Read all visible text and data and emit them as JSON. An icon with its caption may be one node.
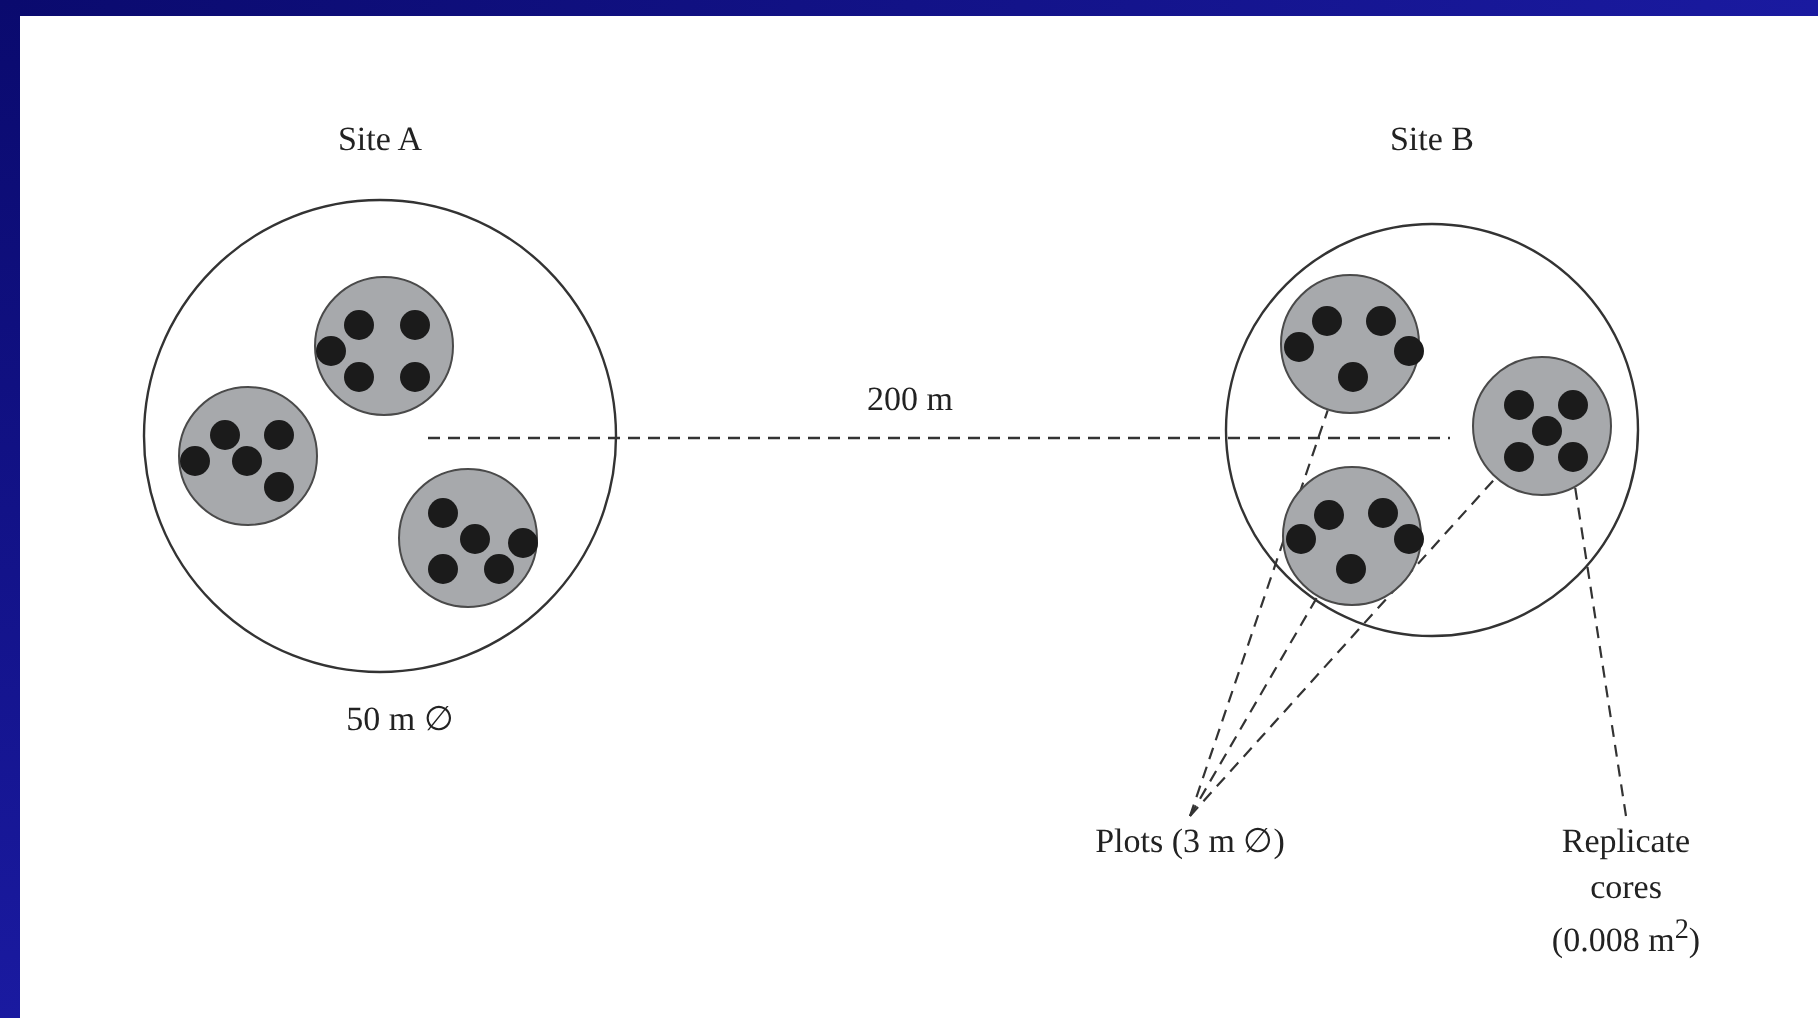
{
  "diagram": {
    "nodes": [
      {
        "text": [
          "Site A"
        ]
      },
      {
        "text": [],
        "shape": "circle",
        "in": 0
      },
      {
        "text": [],
        "shape": "circle",
        "in": 0
      },
      {
        "text": [],
        "shape": "circle",
        "in": 0
      },
      {
        "text": [
          "Site B"
        ]
      },
      {
        "text": [],
        "shape": "circle",
        "in": 4
      },
      {
        "text": [],
        "shape": "circle",
        "in": 4
      },
      {
        "text": [],
        "shape": "circle",
        "in": 4
      },
      {
        "text": [],
        "shape": "circle",
        "in": 6
      },
      {
        "text": [],
        "shape": "circle",
        "in": 6
      },
      {
        "text": [],
        "shape": "circle",
        "in": 6
      },
      {
        "text": [],
        "shape": "circle",
        "in": 6
      },
      {
        "text": [],
        "shape": "circle",
        "in": 6
      },
      {
        "text": [
          "Plots (3 m ∅)"
        ]
      },
      {
        "text": [
          "Replicate cores (0.008 m$^{2}$)"
        ]
      }
    ],
    "edges": [
      {
        "from": 13,
        "to": 5,
        "arrow": "none",
        "style": "dashed"
      },
      {
        "from": 13,
        "to": 7,
        "arrow": "none",
        "style": "dashed"
      },
      {
        "from": 13,
        "to": 6,
        "arrow": "none",
        "style": "dashed"
      },
      {
        "from": 14,
        "to": 12,
        "arrow": "none",
        "style": "dashed"
      }
    ],
    "labels": [
      "200 m",
      "50 m ∅"
    ]
  }
}
